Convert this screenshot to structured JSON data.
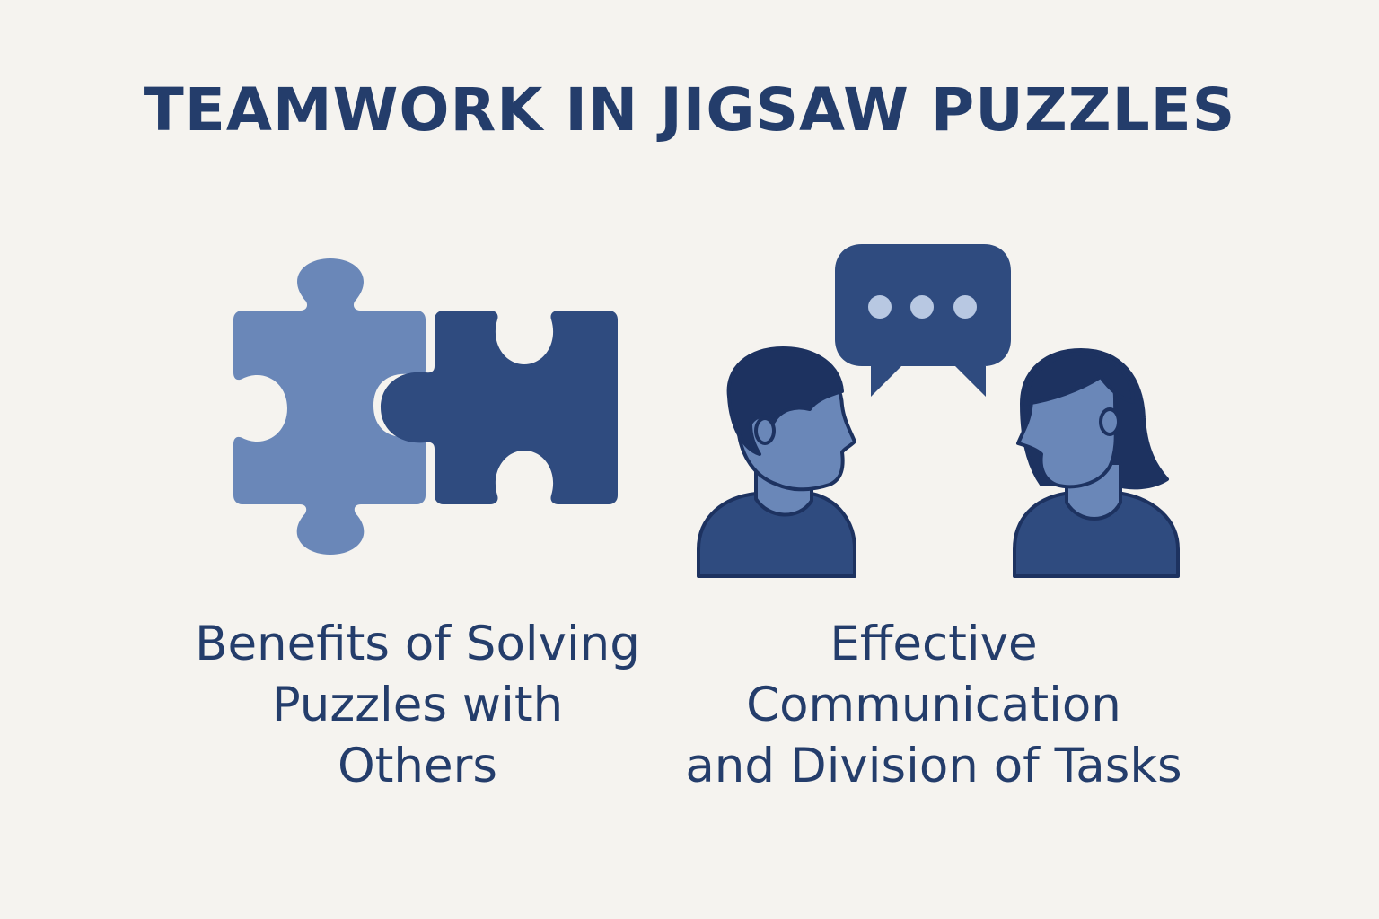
{
  "title": "TEAMWORK IN JIGSAW PUZZLES",
  "colors": {
    "background": "#f5f3ef",
    "title_text": "#243d6b",
    "light_blue": "#6a87b8",
    "dark_blue": "#2f4b7f",
    "navy": "#1d3260",
    "dots": "#b8c8e2"
  },
  "sections": [
    {
      "icon": "puzzle-pieces-icon",
      "caption_lines": [
        "Benefits of Solving",
        "Puzzles with",
        "Others"
      ]
    },
    {
      "icon": "people-conversation-icon",
      "caption_lines": [
        "Effective",
        "Communication",
        "and Division of Tasks"
      ]
    }
  ]
}
